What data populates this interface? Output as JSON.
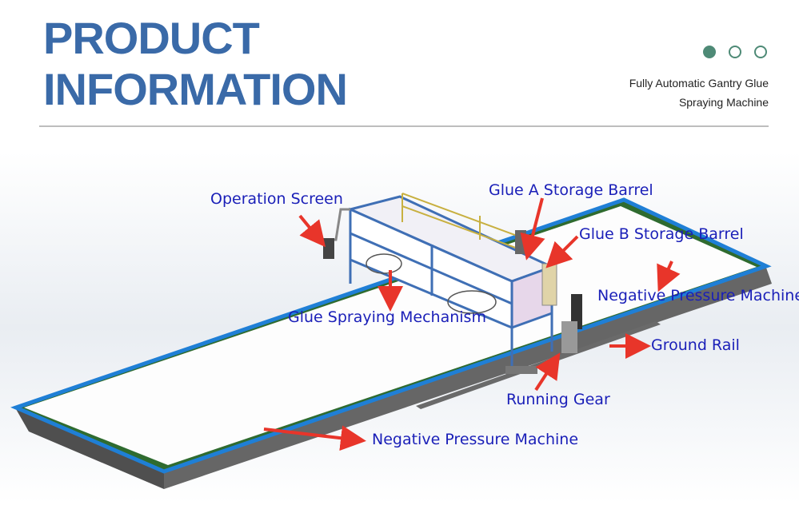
{
  "header": {
    "title_line1": "PRODUCT",
    "title_line2": "INFORMATION",
    "subtitle_line1": "Fully Automatic  Gantry Glue",
    "subtitle_line2": "Spraying Machine"
  },
  "pagination": {
    "active": 1,
    "count": 3
  },
  "diagram": {
    "labels": {
      "operation_screen": "Operation Screen",
      "glue_a": "Glue A Storage Barrel",
      "glue_b": "Glue B Storage Barrel",
      "neg_pressure_right": "Negative Pressure Machine",
      "glue_spraying": "Glue Spraying Mechanism",
      "ground_rail": "Ground Rail",
      "running_gear": "Running Gear",
      "neg_pressure_bottom": "Negative Pressure Machine"
    },
    "colors": {
      "label_text": "#1a1fb8",
      "arrow": "#e8352a",
      "table_border": "#1f7fd6",
      "frame": "#3f6fb5",
      "accent": "#3a6aa8"
    }
  }
}
